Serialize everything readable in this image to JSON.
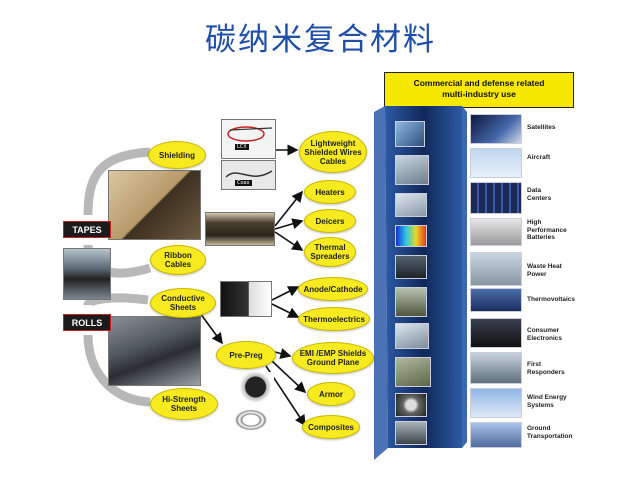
{
  "title": "碳纳米复合材料",
  "header_box": {
    "line1": "Commercial and defense related",
    "line2": "multi-industry use"
  },
  "forms": {
    "tapes": "TAPES",
    "rolls": "ROLLS"
  },
  "product_ovals": {
    "shielding": "Shielding",
    "ribbon_cables": [
      "Ribbon",
      "Cables"
    ],
    "conductive_sheets": [
      "Conductive",
      "Sheets"
    ],
    "hi_strength_sheets": [
      "Hi-Strength",
      "Sheets"
    ],
    "pre_preg": "Pre-Preg"
  },
  "application_ovals": {
    "lightweight": [
      "Lightweight",
      "Shielded Wires",
      "Cables"
    ],
    "heaters": "Heaters",
    "deicers": "Deicers",
    "thermal": [
      "Thermal",
      "Spreaders"
    ],
    "anode": "Anode/Cathode",
    "thermoelectrics": "Thermoelectrics",
    "emi": [
      "EMI /EMP Shields",
      "Ground Plane"
    ],
    "armor": "Armor",
    "composites": "Composites"
  },
  "cable_labels": {
    "lcx": "LCX",
    "coax": "Coax"
  },
  "industries": [
    [
      "Satellites"
    ],
    [
      "Aircraft"
    ],
    [
      "Data",
      "Centers"
    ],
    [
      "High",
      "Performance",
      "Batteries"
    ],
    [
      "Waste Heat",
      "Power"
    ],
    [
      "Thermovoltaics"
    ],
    [
      "Consumer",
      "Electronics"
    ],
    [
      "First",
      "Responders"
    ],
    [
      "Wind Energy",
      "Systems"
    ],
    [
      "Ground",
      "Transportation"
    ]
  ],
  "colors": {
    "title": "#1f4fa8",
    "oval": "#f7ea1f",
    "header_box": "#f7e800",
    "column": "#1c3d78",
    "form_block_border": "#cc2222"
  }
}
